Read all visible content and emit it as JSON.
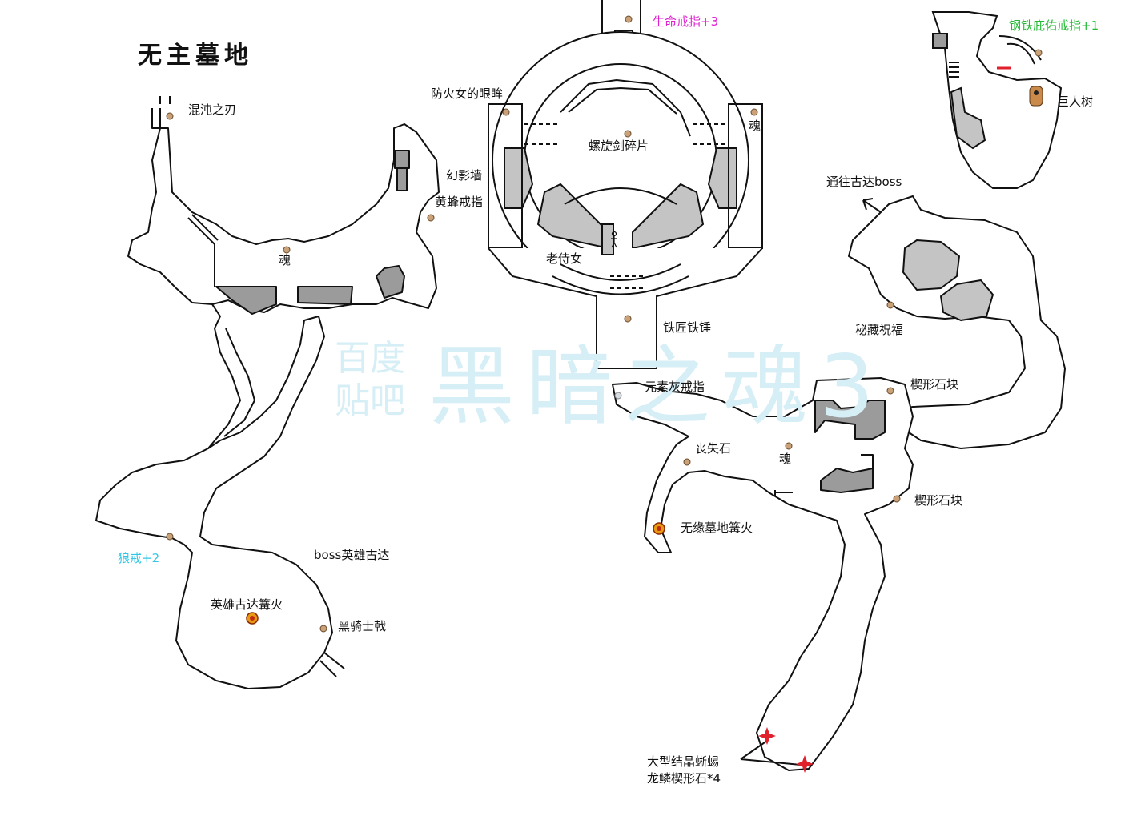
{
  "title": "无主墓地",
  "watermark": {
    "sub1": "百度",
    "sub2": "贴吧",
    "main": "黑暗之魂3"
  },
  "labels": {
    "chaos_blade": "混沌之刃",
    "soul": "魂",
    "firekeeper_eyes": "防火女的眼眸",
    "illusory_wall": "幻影墙",
    "hornet_ring": "黄蜂戒指",
    "spiral_sword": "螺旋剑碎片",
    "old_attendant": "老侍女",
    "smith_hammer": "铁匠铁锤",
    "life_ring": "生命戒指+3",
    "steel_ring": "钢铁庇佑戒指+1",
    "giant_tree": "巨人树",
    "to_gundyr": "通往古达boss",
    "hidden_blessing": "秘藏祝福",
    "titanite_shard": "楔形石块",
    "elemental_ash": "元素灰戒指",
    "lost_stone": "丧失石",
    "cemetery_bonfire": "无缘墓地篝火",
    "wolf_ring": "狼戒+2",
    "boss_gundyr": "boss英雄古达",
    "gundyr_bonfire": "英雄古达篝火",
    "black_knight_halberd": "黑骑士戟",
    "crystal_lizard": "大型结晶蜥蜴",
    "dragon_titanite": "龙鳞楔形石*4"
  },
  "colors": {
    "ink": "#111111",
    "shade": "#c4c4c4",
    "wall_gray": "#9b9b9b",
    "item_dot": "#c9a27a",
    "life_ring": "#e020d0",
    "steel_ring": "#22b833",
    "wolf_ring": "#30c8e6",
    "bonfire": "#e89a10",
    "lizard": "#e0202a",
    "watermark": "#d6eef5"
  },
  "icons": {
    "item": "item-dot-icon",
    "bonfire": "bonfire-icon",
    "lizard": "crystal-lizard-star-icon",
    "attendant": "stick-figure-icon",
    "tree": "giant-tree-icon"
  }
}
